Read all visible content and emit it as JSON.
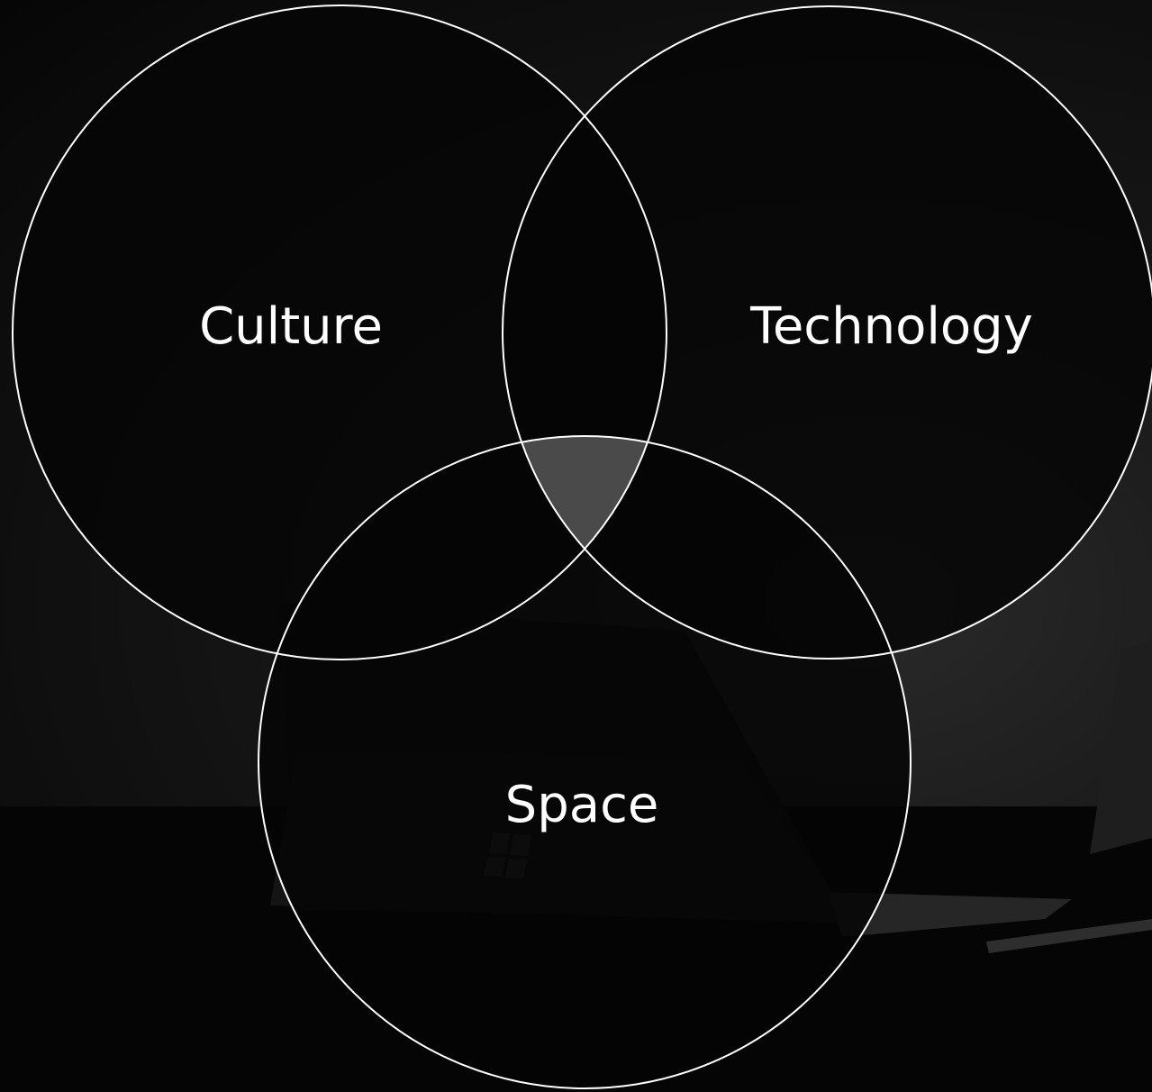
{
  "diagram": {
    "type": "venn",
    "circles": [
      {
        "id": "culture",
        "label": "Culture"
      },
      {
        "id": "technology",
        "label": "Technology"
      },
      {
        "id": "space",
        "label": "Space"
      }
    ],
    "center_intersection_highlighted": true
  },
  "colors": {
    "circle_stroke": "#ffffff",
    "circle_fill": "#050505",
    "label_text": "#ffffff",
    "center_fill": "#4a4a4a"
  }
}
